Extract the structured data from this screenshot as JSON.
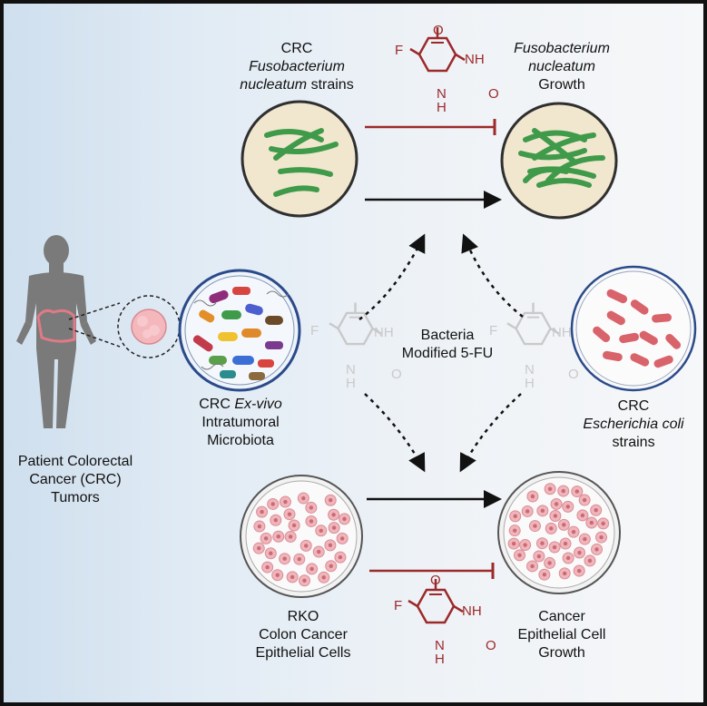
{
  "labels": {
    "fn_strains": [
      "CRC",
      "Fusobacterium",
      "nucleatum strains"
    ],
    "fn_growth": [
      "Fusobacterium",
      "nucleatum",
      "Growth"
    ],
    "exvivo": [
      "CRC Ex-vivo",
      "Intratumoral",
      "Microbiota"
    ],
    "ecoli": [
      "CRC",
      "Escherichia coli",
      "strains"
    ],
    "patient": [
      "Patient Colorectal",
      "Cancer (CRC)",
      "Tumors"
    ],
    "modified": [
      "Bacteria",
      "Modified 5-FU"
    ],
    "rko": [
      "RKO",
      "Colon Cancer",
      "Epithelial Cells"
    ],
    "cancer_growth": [
      "Cancer",
      "Epithelial Cell",
      "Growth"
    ]
  },
  "molecule_atoms": {
    "F": "F",
    "NH": "NH",
    "N": "N",
    "H": "H",
    "O": "O"
  },
  "colors": {
    "inhibit": "#9b2a2a",
    "arrow": "#111111",
    "dish_fill": "#f1e7cf",
    "rod": "#3f9a4a",
    "ecoli_rod": "#d9636a",
    "cell": "#f0b5ba",
    "body": "#7a7a7a"
  },
  "icons": [
    "human-body-icon",
    "tumor-icon",
    "petri-dish-icon",
    "bacteria-icon",
    "5fu-molecule-icon"
  ]
}
